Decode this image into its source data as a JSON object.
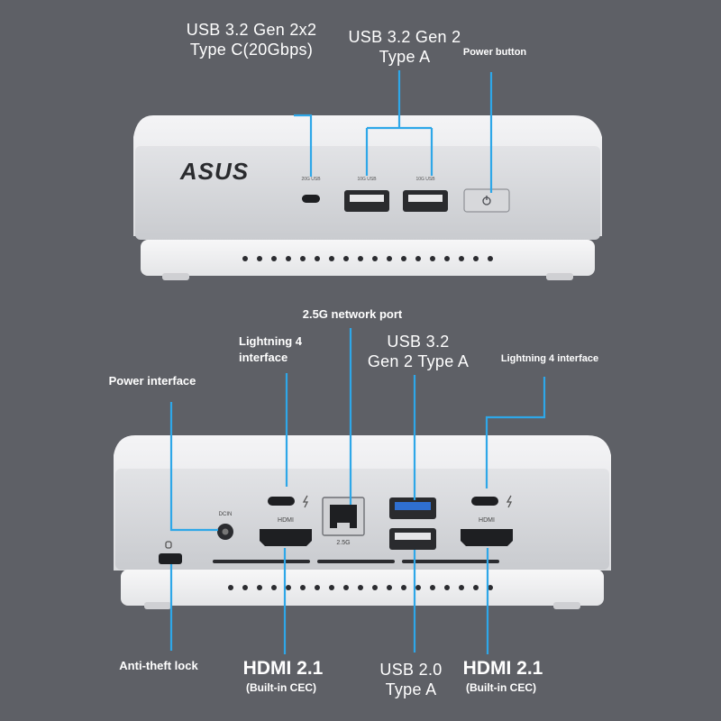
{
  "top_labels": {
    "usb_c": "USB 3.2 Gen 2x2\nType C(20Gbps)",
    "usb_a": "USB 3.2 Gen 2\nType A",
    "power_button": "Power button"
  },
  "front_panel": {
    "logo": "ASUS",
    "usbc_port_label": "20G USB",
    "usba_port_label_1": "10G USB",
    "usba_port_label_2": "10G USB"
  },
  "rear_labels": {
    "network": "2.5G network port",
    "lightning_left": "Lightning 4\ninterface",
    "usb_a_rear": "USB 3.2\nGen 2 Type A",
    "lightning_right": "Lightning 4 interface",
    "power_interface": "Power interface",
    "anti_theft": "Anti-theft lock",
    "hdmi_left_title": "HDMI 2.1",
    "hdmi_left_sub": "(Built-in CEC)",
    "usb20": "USB 2.0\nType A",
    "hdmi_right_title": "HDMI 2.1",
    "hdmi_right_sub": "(Built-in CEC)"
  },
  "rear_panel": {
    "dcin_label": "DCIN",
    "hdmi_port_label_1": "HDMI",
    "hdmi_port_label_2": "HDMI",
    "lan_port_label": "2.5G"
  },
  "colors": {
    "background": "#5e6066",
    "callout_line": "#2ea7e8",
    "chassis": "#e9eaec"
  }
}
